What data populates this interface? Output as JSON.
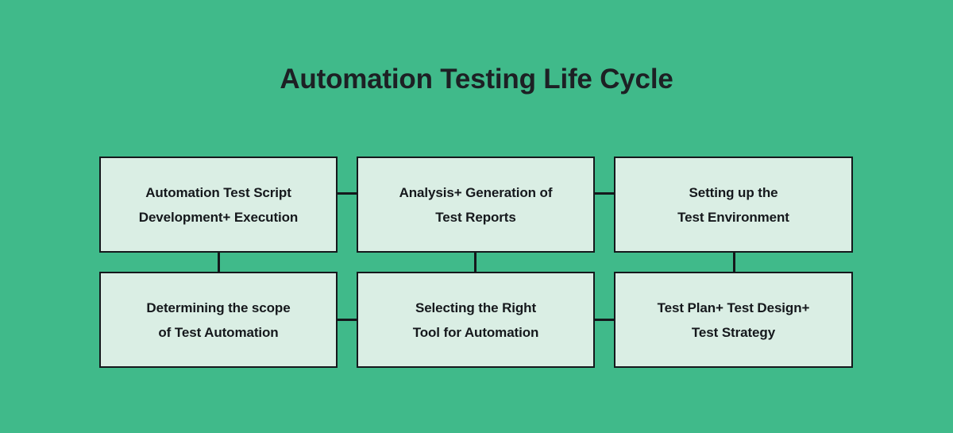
{
  "title": "Automation Testing Life Cycle",
  "colors": {
    "background": "#40ba8a",
    "box_fill": "#daeee4",
    "box_border": "#15181c",
    "text": "#15181c",
    "title_text": "#1d2024"
  },
  "nodes": [
    {
      "id": "automation-test-script-development-execution",
      "label": "Automation Test Script\nDevelopment+ Execution",
      "row": 1,
      "column": 1
    },
    {
      "id": "analysis-generation-of-test-reports",
      "label": "Analysis+ Generation of\nTest Reports",
      "row": 1,
      "column": 2
    },
    {
      "id": "setting-up-the-test-environment",
      "label": "Setting up the\nTest Environment",
      "row": 1,
      "column": 3
    },
    {
      "id": "determining-the-scope-of-test-automation",
      "label": "Determining the scope\nof Test Automation",
      "row": 2,
      "column": 1
    },
    {
      "id": "selecting-the-right-tool-for-automation",
      "label": "Selecting the Right\nTool for Automation",
      "row": 2,
      "column": 2
    },
    {
      "id": "test-plan-test-design-test-strategy",
      "label": "Test Plan+ Test Design+\nTest Strategy",
      "row": 2,
      "column": 3
    }
  ],
  "connectors": [
    {
      "id": "connector-box1-box2",
      "orientation": "horizontal"
    },
    {
      "id": "connector-box2-box3",
      "orientation": "horizontal"
    },
    {
      "id": "connector-box4-box5",
      "orientation": "horizontal"
    },
    {
      "id": "connector-box5-box6",
      "orientation": "horizontal"
    },
    {
      "id": "connector-box1-box4",
      "orientation": "vertical"
    },
    {
      "id": "connector-box2-box5",
      "orientation": "vertical"
    },
    {
      "id": "connector-box3-box6",
      "orientation": "vertical"
    }
  ]
}
